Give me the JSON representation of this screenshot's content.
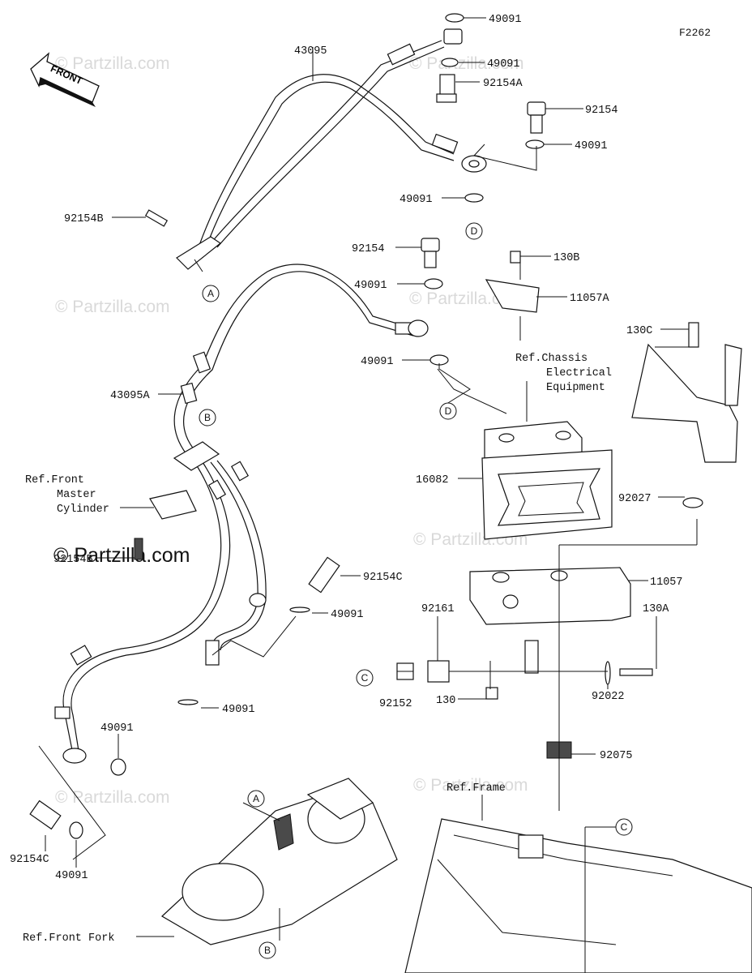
{
  "figure_code": "F2262",
  "front_arrow_label": "FRONT",
  "watermark": "© Partzilla.com",
  "watermark_bold": "© Partzilla.com",
  "part_labels": {
    "p1": "49091",
    "p2": "49091",
    "p3": "92154A",
    "p4": "92154",
    "p5": "49091",
    "p6": "43095",
    "p7": "49091",
    "p8": "92154B",
    "p9": "92154",
    "p10": "130B",
    "p11": "49091",
    "p12": "11057A",
    "p13": "130C",
    "p14": "49091",
    "p15": "Ref.Chassis",
    "p16": "Electrical",
    "p17": "Equipment",
    "p18": "43095A",
    "p19": "16082",
    "p20": "Ref.Front",
    "p21": "Master",
    "p22": "Cylinder",
    "p23": "92027",
    "p24": "92154B",
    "p25": "92154C",
    "p26": "11057",
    "p27": "49091",
    "p28": "92161",
    "p29": "130A",
    "p30": "92152",
    "p31": "130",
    "p32": "92022",
    "p33": "49091",
    "p34": "49091",
    "p35": "92075",
    "p36": "Ref.Frame",
    "p37": "92154C",
    "p38": "49091",
    "p39": "Ref.Front Fork"
  },
  "callouts": {
    "A": "A",
    "B": "B",
    "C": "C",
    "D": "D"
  }
}
